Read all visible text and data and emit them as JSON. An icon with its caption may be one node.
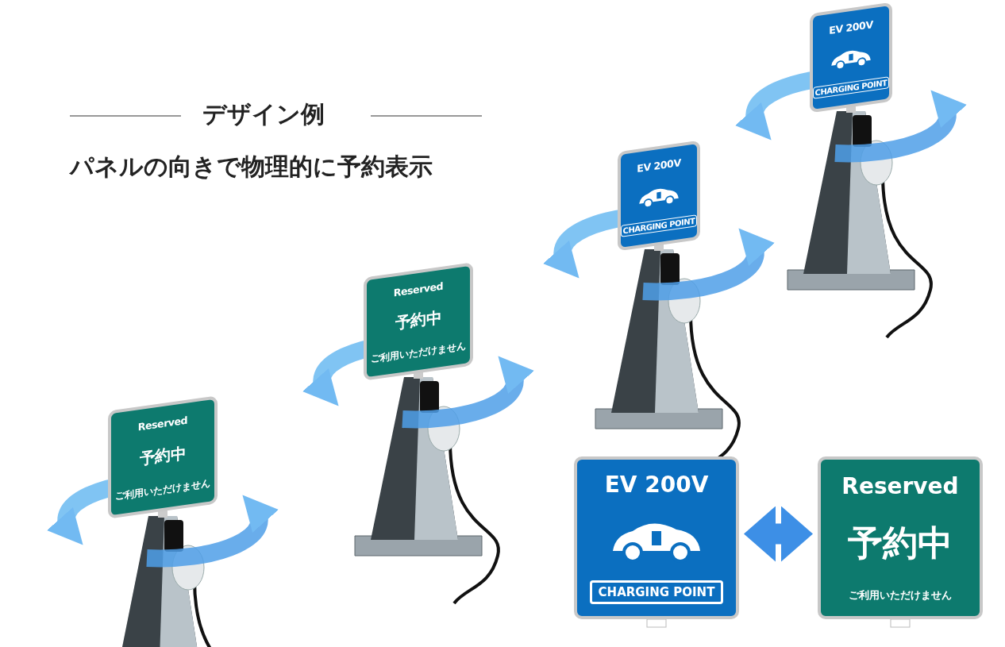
{
  "diagram": {
    "title": "デザイン例",
    "nodes": [
      {
        "text": [
          "EV 200V",
          "CHARGING POINT"
        ]
      },
      {
        "text": [
          "EV 200V",
          "CHARGING POINT"
        ]
      },
      {
        "text": [
          "Reserved",
          "予約中",
          "ご利用いただけません"
        ]
      },
      {
        "text": [
          "Reserved",
          "予約中",
          "ご利用いただけません"
        ]
      },
      {
        "text": [
          "EV 200V",
          "CHARGING POINT"
        ]
      },
      {
        "text": [
          "Reserved",
          "予約中",
          "ご利用いただけません"
        ]
      }
    ],
    "edges": [
      {
        "from": 4,
        "to": 5,
        "arrow": "both"
      }
    ],
    "labels": [
      "パネルの向きで物理的に予約表示"
    ]
  }
}
